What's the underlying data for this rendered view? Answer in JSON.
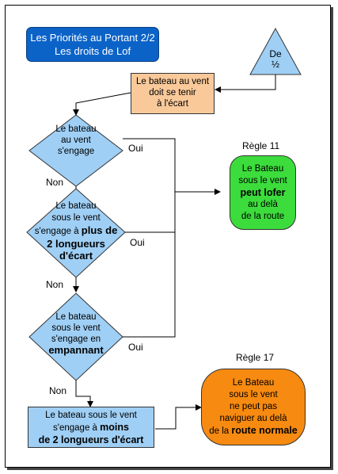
{
  "title": {
    "line1": "Les Priorités au Portant 2/2",
    "line2": "Les droits de Lof"
  },
  "triangle": {
    "line1": "De",
    "line2": "½"
  },
  "start_box": {
    "line1": "Le bateau au vent",
    "line2": "doit se tenir",
    "line3": "à l'écart"
  },
  "decision1": {
    "line1": "Le bateau",
    "line2": "au vent",
    "line3": "s'engage"
  },
  "decision2": {
    "line1": "Le bateau",
    "line2": "sous le vent",
    "line3_pre": "s'engage à ",
    "line3_bold": "plus de",
    "line4": "2 longueurs",
    "line5": "d'écart"
  },
  "decision3": {
    "line1": "Le bateau",
    "line2": "sous le vent",
    "line3": "s'engage en",
    "line4": "empannant"
  },
  "labels": {
    "oui1": "Oui",
    "oui2": "Oui",
    "oui3": "Oui",
    "non1": "Non",
    "non2": "Non",
    "non3": "Non",
    "regle11": "Règle 11",
    "regle17": "Règle 17"
  },
  "green_box": {
    "line1": "Le Bateau",
    "line2": "sous le vent",
    "line3": "peut lofer",
    "line4": "au delà",
    "line5": "de la route"
  },
  "blue_box": {
    "line1": "Le bateau sous le vent",
    "line2_pre": "s'engage à ",
    "line2_bold": "moins",
    "line3": "de 2 longueurs d'écart"
  },
  "orange_box": {
    "line1": "Le Bateau",
    "line2": "sous le vent",
    "line3": "ne peut pas",
    "line4": "naviguer au delà",
    "line5_pre": "de la ",
    "line5_bold": "route normale"
  },
  "colors": {
    "title_bg": "#0b63c8",
    "diamond": "#9fcff5",
    "start_box": "#f9c99a",
    "green": "#3cdc3c",
    "orange": "#f78a10",
    "blue_box": "#9fcff5"
  }
}
